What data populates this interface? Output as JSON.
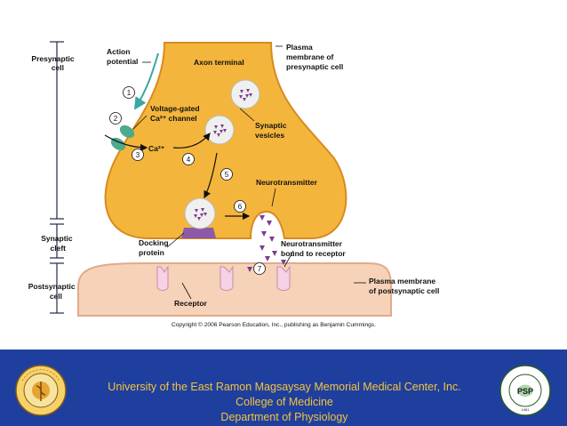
{
  "diagram": {
    "labels": {
      "presynaptic_cell": [
        "Presynaptic",
        "cell"
      ],
      "action_potential": [
        "Action",
        "potential"
      ],
      "axon_terminal": "Axon terminal",
      "plasma_membrane_pre": [
        "Plasma",
        "membrane of",
        "presynaptic cell"
      ],
      "voltage_gated": [
        "Voltage-gated",
        "Ca²⁺ channel"
      ],
      "synaptic_vesicles": [
        "Synaptic",
        "vesicles"
      ],
      "ca": "Ca²⁺",
      "neurotransmitter": "Neurotransmitter",
      "synaptic_cleft": [
        "Synaptic",
        "cleft"
      ],
      "docking_protein": [
        "Docking",
        "protein"
      ],
      "nt_bound": [
        "Neurotransmitter",
        "bound to receptor"
      ],
      "postsynaptic_cell": [
        "Postsynaptic",
        "cell"
      ],
      "plasma_membrane_post": [
        "Plasma membrane",
        "of postsynaptic cell"
      ],
      "receptor": "Receptor"
    },
    "steps": [
      "1",
      "2",
      "3",
      "4",
      "5",
      "6",
      "7"
    ],
    "colors": {
      "cytoplasm": "#f4b53c",
      "membrane_edge": "#d88a1e",
      "postsynaptic": "#f6d2b8",
      "postsynaptic_edge": "#e0ab8a",
      "channel": "#4daa8c",
      "docking": "#8c5aa6",
      "vesicle": "#f0f0ee",
      "neurotransmitter": "#7a3d8f",
      "arrow_teal": "#3aa7a0",
      "footer_bg": "#1f3f9f",
      "footer_text": "#f2c43a"
    }
  },
  "copyright": "Copyright © 2006 Pearson Education, Inc., publishing as Benjamin Cummings.",
  "footer": {
    "line1": "University of the East Ramon Magsaysay Memorial Medical Center, Inc.",
    "line2": "College of Medicine",
    "line3": "Department of Physiology"
  },
  "logos": {
    "left": {
      "top": "UERMMMC",
      "bottom": "COLLEGE OF MEDICINE"
    },
    "right": {
      "ring": "PHILIPPINE SOCIETY OF PHYSIOLOGISTS",
      "center": "PSP",
      "year": "1981"
    }
  }
}
